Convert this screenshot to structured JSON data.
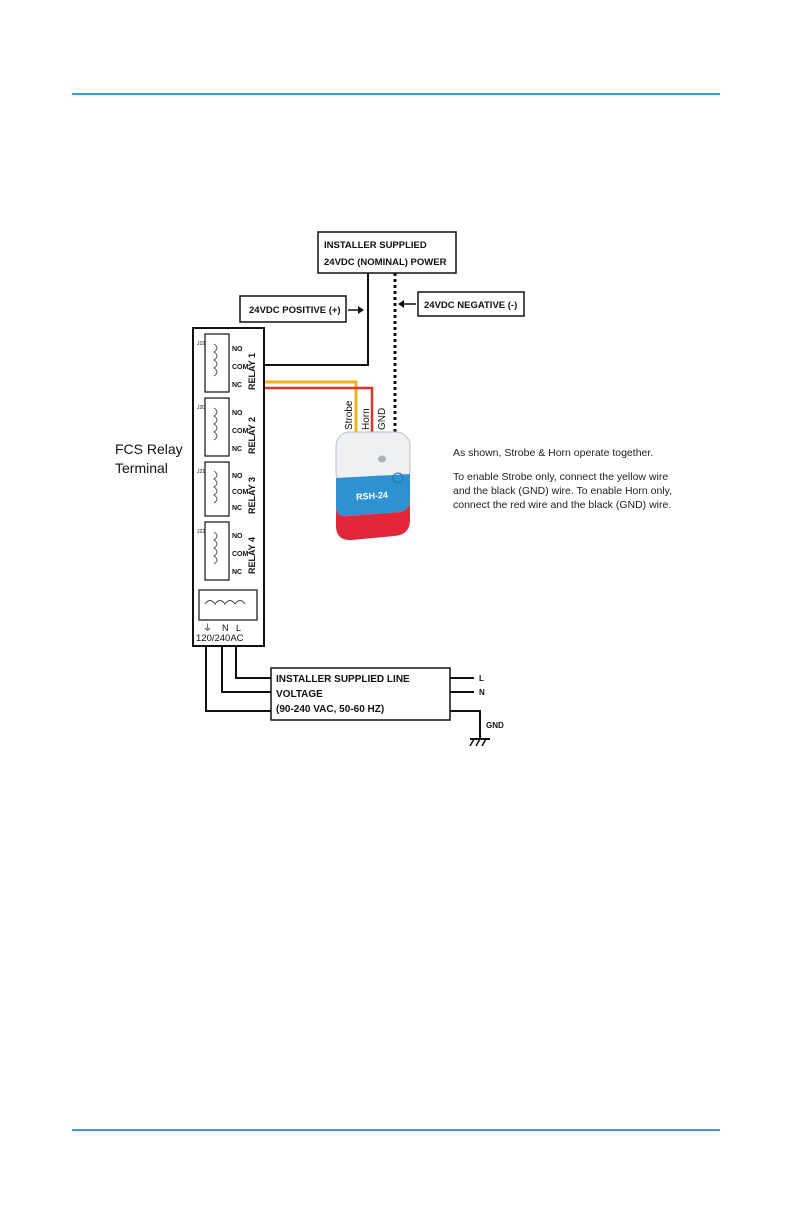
{
  "power_box": {
    "line1": "INSTALLER SUPPLIED",
    "line2": "24VDC (NOMINAL) POWER"
  },
  "positive_label": "24VDC POSITIVE (+)",
  "negative_label": "24VDC NEGATIVE (-)",
  "terminal": {
    "title_line1": "FCS Relay",
    "title_line2": "Terminal",
    "relays": [
      {
        "label": "RELAY 1",
        "jumper": "J19",
        "pins": [
          "NO",
          "COM",
          "NC"
        ]
      },
      {
        "label": "RELAY 2",
        "jumper": "J20",
        "pins": [
          "NO",
          "COM",
          "NC"
        ]
      },
      {
        "label": "RELAY 3",
        "jumper": "J21",
        "pins": [
          "NO",
          "COM",
          "NC"
        ]
      },
      {
        "label": "RELAY 4",
        "jumper": "J22",
        "pins": [
          "NO",
          "COM",
          "NC"
        ]
      }
    ],
    "ac_terminals": {
      "ground_symbol": "⏚",
      "n": "N",
      "l": "L",
      "rating": "120/240AC"
    }
  },
  "wires": {
    "strobe": "Strobe",
    "horn": "Horn",
    "gnd": "GND",
    "strobe_color": "#f2b21b",
    "horn_color": "#d8372b"
  },
  "device": {
    "model": "RSH-24"
  },
  "notes": {
    "line1": "As shown, Strobe & Horn operate together.",
    "line2": "To enable Strobe only, connect the yellow wire and the black (GND) wire. To enable Horn only, connect the red wire and the black (GND) wire."
  },
  "line_box": {
    "line1": "INSTALLER SUPPLIED LINE",
    "line2": "VOLTAGE",
    "line3": "(90-240 VAC, 50-60 HZ)"
  },
  "line_terminals": {
    "l": "L",
    "n": "N",
    "gnd": "GND"
  },
  "accent_color": "#3aa0c9"
}
